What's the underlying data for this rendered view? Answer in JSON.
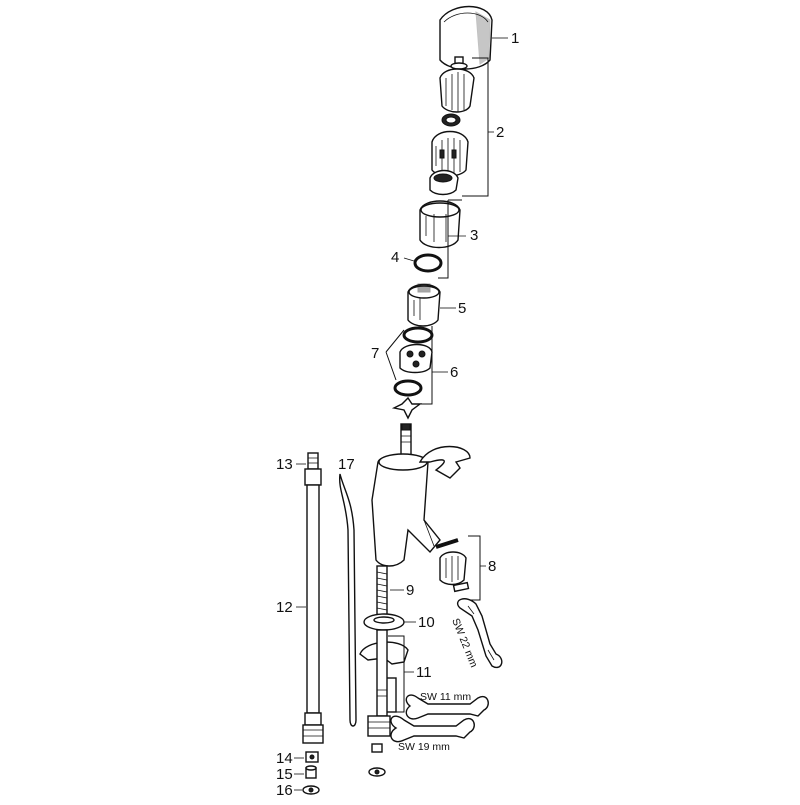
{
  "callouts": [
    "1",
    "2",
    "3",
    "4",
    "5",
    "6",
    "7",
    "8",
    "9",
    "10",
    "11",
    "12",
    "13",
    "14",
    "15",
    "16",
    "17"
  ],
  "tools": {
    "wrench_22": "SW 22 mm",
    "wrench_11": "SW 11 mm",
    "wrench_19": "SW 19 mm"
  }
}
